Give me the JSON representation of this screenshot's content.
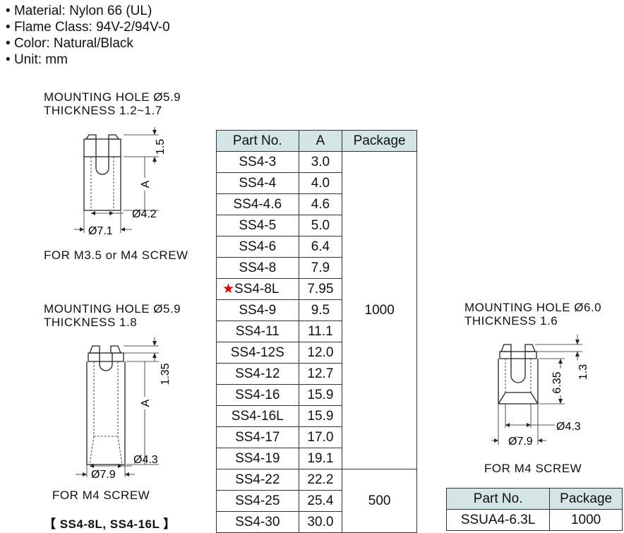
{
  "specs": [
    "Material: Nylon 66 (UL)",
    "Flame Class: 94V-2/94V-0",
    "Color: Natural/Black",
    "Unit: mm"
  ],
  "bullet": "•",
  "diagram1": {
    "line1": "MOUNTING  HOLE  Ø5.9",
    "line2": "THICKNESS  1.2~1.7",
    "dim_top": "1.5",
    "dim_a": "A",
    "dim_inner": "Ø4.2",
    "dim_outer": "Ø7.1",
    "screw": "FOR  M3.5  or  M4  SCREW"
  },
  "diagram2": {
    "line1": "MOUNTING  HOLE  Ø5.9",
    "line2": "THICKNESS  1.8",
    "dim_top": "1.35",
    "dim_a": "A",
    "dim_inner": "Ø4.3",
    "dim_outer": "Ø7.9",
    "screw": "FOR  M4  SCREW",
    "models": "【 SS4-8L, SS4-16L 】"
  },
  "diagram3": {
    "line1": "MOUNTING  HOLE  Ø6.0",
    "line2": "THICKNESS  1.6",
    "dim_top": "1.3",
    "dim_mid": "6.35",
    "dim_inner": "Ø4.3",
    "dim_outer": "Ø7.9",
    "screw": "FOR  M4  SCREW"
  },
  "main_table": {
    "headers": [
      "Part No.",
      "A",
      "Package"
    ],
    "rows": [
      {
        "part": "SS4-3",
        "a": "3.0"
      },
      {
        "part": "SS4-4",
        "a": "4.0"
      },
      {
        "part": "SS4-4.6",
        "a": "4.6"
      },
      {
        "part": "SS4-5",
        "a": "5.0"
      },
      {
        "part": "SS4-6",
        "a": "6.4"
      },
      {
        "part": "SS4-8",
        "a": "7.9"
      },
      {
        "part": "SS4-8L",
        "a": "7.95",
        "starred": true
      },
      {
        "part": "SS4-9",
        "a": "9.5"
      },
      {
        "part": "SS4-11",
        "a": "11.1"
      },
      {
        "part": "SS4-12S",
        "a": "12.0"
      },
      {
        "part": "SS4-12",
        "a": "12.7"
      },
      {
        "part": "SS4-16",
        "a": "15.9"
      },
      {
        "part": "SS4-16L",
        "a": "15.9"
      },
      {
        "part": "SS4-17",
        "a": "17.0"
      },
      {
        "part": "SS4-19",
        "a": "19.1"
      },
      {
        "part": "SS4-22",
        "a": "22.2"
      },
      {
        "part": "SS4-25",
        "a": "25.4"
      },
      {
        "part": "SS4-30",
        "a": "30.0"
      }
    ],
    "package_groups": [
      {
        "value": "1000",
        "span": 15
      },
      {
        "value": "500",
        "span": 3
      }
    ],
    "star_symbol": "★",
    "star_color": "#e00000",
    "header_bg": "#d4e5e5"
  },
  "small_table": {
    "headers": [
      "Part No.",
      "Package"
    ],
    "rows": [
      {
        "part": "SSUA4-6.3L",
        "package": "1000"
      }
    ]
  }
}
